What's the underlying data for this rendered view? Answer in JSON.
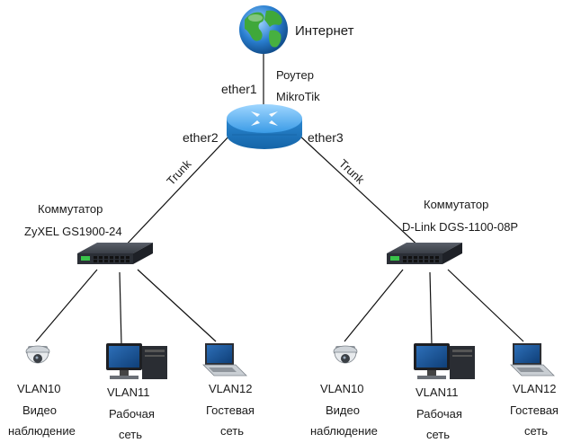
{
  "internet": {
    "label": "Интернет",
    "icon": "globe-icon"
  },
  "router": {
    "line1": "Роутер",
    "line2": "MikroTik",
    "ports": {
      "ether1": "ether1",
      "ether2": "ether2",
      "ether3": "ether3"
    },
    "icon": "router-icon"
  },
  "trunk_label": "Trunk",
  "switches": [
    {
      "line1": "Коммутатор",
      "line2": "ZyXEL GS1900-24",
      "icon": "switch-icon"
    },
    {
      "line1": "Коммутатор",
      "line2": "D-Link DGS-1100-08P",
      "icon": "switch-icon"
    }
  ],
  "left_devices": [
    {
      "vlan": "VLAN10",
      "line1": "Видео",
      "line2": "наблюдение",
      "icon": "camera-icon"
    },
    {
      "vlan": "VLAN11",
      "line1": "Рабочая",
      "line2": "сеть",
      "icon": "desktop-icon"
    },
    {
      "vlan": "VLAN12",
      "line1": "Гостевая",
      "line2": "сеть",
      "icon": "laptop-icon"
    }
  ],
  "right_devices": [
    {
      "vlan": "VLAN10",
      "line1": "Видео",
      "line2": "наблюдение",
      "icon": "camera-icon"
    },
    {
      "vlan": "VLAN11",
      "line1": "Рабочая",
      "line2": "сеть",
      "icon": "desktop-icon"
    },
    {
      "vlan": "VLAN12",
      "line1": "Гостевая",
      "line2": "сеть",
      "icon": "laptop-icon"
    }
  ],
  "colors": {
    "link": "#111111",
    "router_blue": "#2f8fd8",
    "switch_dark": "#2b2f36",
    "port_green": "#39c24a",
    "globe_water": "#2a7fd0",
    "globe_land": "#3fa83a"
  }
}
